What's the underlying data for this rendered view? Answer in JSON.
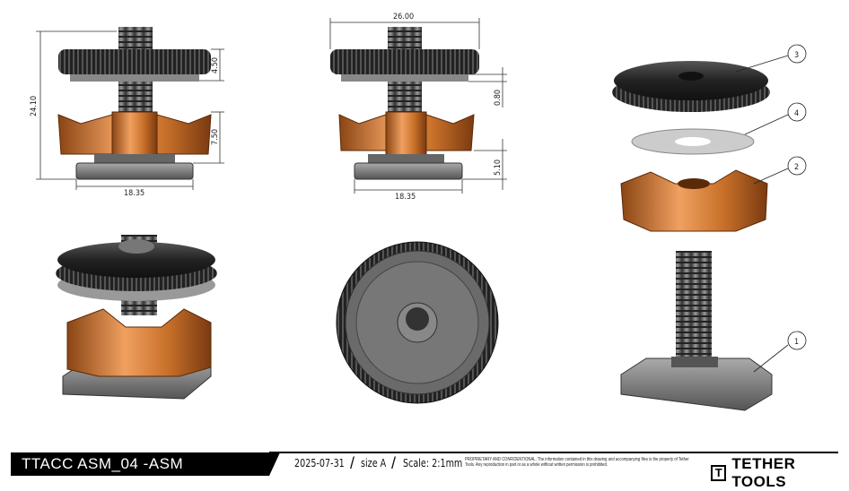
{
  "title_block": {
    "part_name": "TTACC ASM_04  -ASM",
    "date": "2025-07-31",
    "size": "size A",
    "scale": "Scale: 2:1mm",
    "legal": "PROPRIETARY AND CONFIDENTIONAL.  The information contained in this drawing and accompanying files is the property of Tether Tools. Any reproduction in part or as a whole without written permission is prohibited.",
    "logo_text": "TETHER TOOLS",
    "logo_mark": "T"
  },
  "dimensions": {
    "front_overall_height": "24.10",
    "front_knob_height": "4.50",
    "front_bracket_height": "7.50",
    "front_base_width": "18.35",
    "side_knob_diameter": "26.00",
    "side_washer_thickness": "0.80",
    "side_lower_height": "5.10",
    "side_base_width": "18.35"
  },
  "balloons": [
    "1",
    "2",
    "3",
    "4"
  ],
  "colors": {
    "copper": "#c8702a",
    "knob": "#2a2a2a",
    "base": "#7a7a7a"
  }
}
